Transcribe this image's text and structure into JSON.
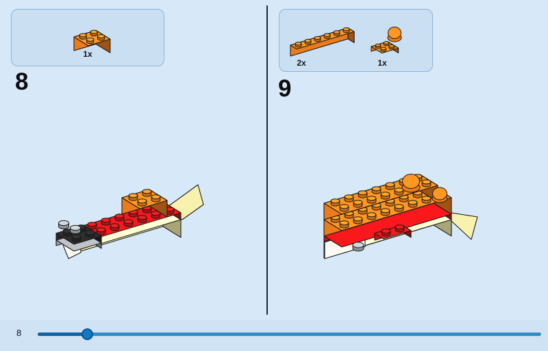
{
  "steps": [
    {
      "number": "8",
      "parts": [
        {
          "count": "1x",
          "piece": "orange-brick-2x2"
        }
      ]
    },
    {
      "number": "9",
      "parts": [
        {
          "count": "2x",
          "piece": "orange-brick-1x6"
        },
        {
          "count": "1x",
          "piece": "orange-round-pieces"
        }
      ]
    }
  ],
  "progress": {
    "current_step": "8"
  },
  "colors": {
    "background": "#d7e9f9",
    "panel_box": "#cbdff2",
    "panel_box_border": "#8fb2d0",
    "divider": "#1c2836",
    "progress_track": "#338ac9",
    "progress_fill": "#0e63a6",
    "progress_knob": "#1478bf",
    "brick_orange": "#ea7c1c",
    "brick_red": "#ce1417",
    "brick_yellow": "#f9f2ae",
    "brick_black": "#262626",
    "brick_gray": "#9da1a5",
    "hull_white": "#fdfbf2"
  }
}
